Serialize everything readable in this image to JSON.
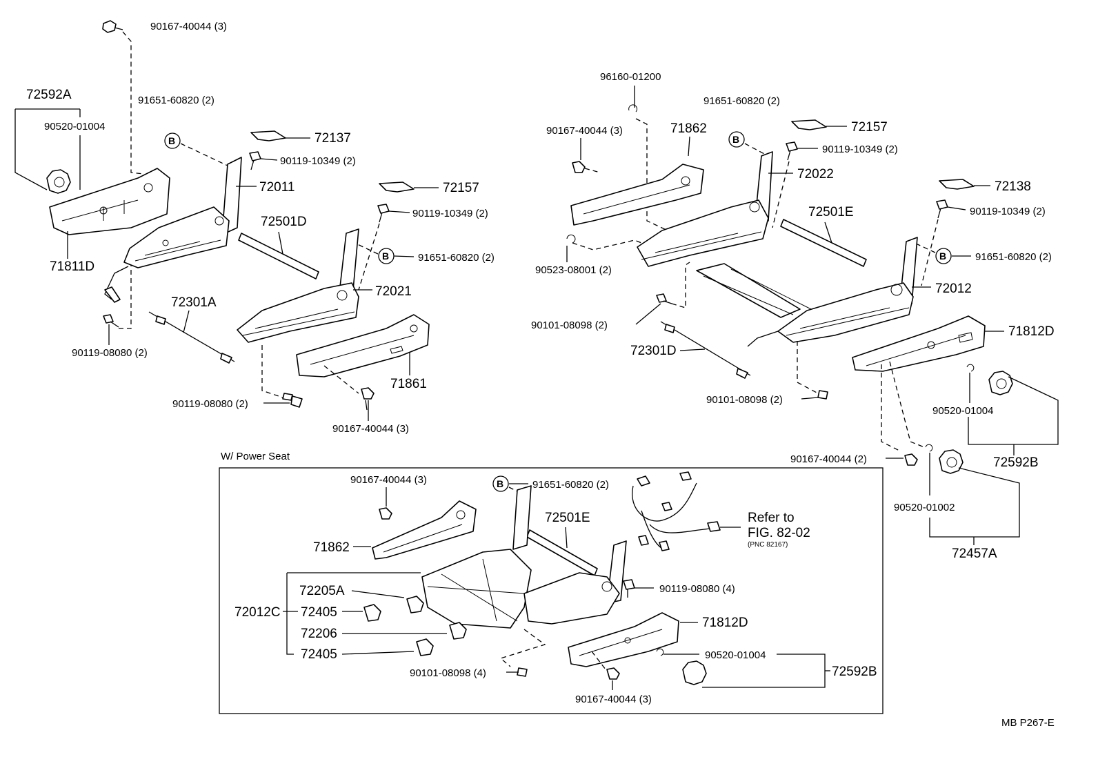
{
  "callouts": [
    {
      "id": "c1",
      "text": "90167-40044 (3)"
    },
    {
      "id": "c2",
      "text": "72592A"
    },
    {
      "id": "c3",
      "text": "90520-01004"
    },
    {
      "id": "c4",
      "text": "91651-60820 (2)"
    },
    {
      "id": "c5",
      "text": "72137"
    },
    {
      "id": "c6",
      "text": "90119-10349 (2)"
    },
    {
      "id": "c7",
      "text": "72011"
    },
    {
      "id": "c8",
      "text": "72157"
    },
    {
      "id": "c9",
      "text": "90119-10349 (2)"
    },
    {
      "id": "c10",
      "text": "72501D"
    },
    {
      "id": "c11",
      "text": "71811D"
    },
    {
      "id": "c12",
      "text": "91651-60820 (2)"
    },
    {
      "id": "c13",
      "text": "72021"
    },
    {
      "id": "c14",
      "text": "72301A"
    },
    {
      "id": "c15",
      "text": "90119-08080 (2)"
    },
    {
      "id": "c16",
      "text": "71861"
    },
    {
      "id": "c17",
      "text": "90119-08080 (2)"
    },
    {
      "id": "c18",
      "text": "90167-40044 (3)"
    },
    {
      "id": "c19",
      "text": "96160-01200"
    },
    {
      "id": "c20",
      "text": "91651-60820 (2)"
    },
    {
      "id": "c21",
      "text": "90167-40044 (3)"
    },
    {
      "id": "c22",
      "text": "71862"
    },
    {
      "id": "c23",
      "text": "72157"
    },
    {
      "id": "c24",
      "text": "90119-10349 (2)"
    },
    {
      "id": "c25",
      "text": "72022"
    },
    {
      "id": "c26",
      "text": "72138"
    },
    {
      "id": "c27",
      "text": "72501E"
    },
    {
      "id": "c28",
      "text": "90119-10349 (2)"
    },
    {
      "id": "c29",
      "text": "90523-08001 (2)"
    },
    {
      "id": "c30",
      "text": "91651-60820 (2)"
    },
    {
      "id": "c31",
      "text": "72012"
    },
    {
      "id": "c32",
      "text": "90101-08098 (2)"
    },
    {
      "id": "c33",
      "text": "71812D"
    },
    {
      "id": "c34",
      "text": "72301D"
    },
    {
      "id": "c35",
      "text": "90101-08098 (2)"
    },
    {
      "id": "c36",
      "text": "90520-01004"
    },
    {
      "id": "c37",
      "text": "90167-40044 (2)"
    },
    {
      "id": "c38",
      "text": "72592B"
    },
    {
      "id": "c39",
      "text": "90520-01002"
    },
    {
      "id": "c40",
      "text": "72457A"
    },
    {
      "id": "c41",
      "text": "90167-40044 (3)"
    },
    {
      "id": "c42",
      "text": "91651-60820 (2)"
    },
    {
      "id": "c43",
      "text": "72501E"
    },
    {
      "id": "c44",
      "text": "71862"
    },
    {
      "id": "c45",
      "text": "72205A"
    },
    {
      "id": "c46",
      "text": "72012C"
    },
    {
      "id": "c47",
      "text": "72405"
    },
    {
      "id": "c48",
      "text": "90119-08080 (4)"
    },
    {
      "id": "c49",
      "text": "71812D"
    },
    {
      "id": "c50",
      "text": "72206"
    },
    {
      "id": "c51",
      "text": "72405"
    },
    {
      "id": "c52",
      "text": "90520-01004"
    },
    {
      "id": "c53",
      "text": "72592B"
    },
    {
      "id": "c54",
      "text": "90101-08098 (4)"
    },
    {
      "id": "c55",
      "text": "90167-40044 (3)"
    }
  ],
  "marker_letter": "B",
  "power_seat_caption": "W/ Power Seat",
  "refer": {
    "line1": "Refer to",
    "line2": "FIG. 82-02",
    "line3": "(PNC 82167)"
  },
  "footer_code": "MB  P267-E"
}
